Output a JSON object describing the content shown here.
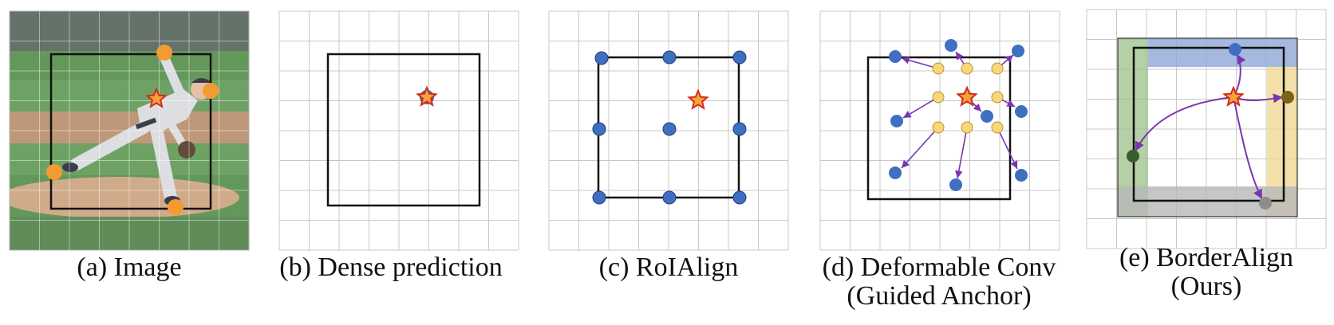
{
  "panels": [
    {
      "id": "a",
      "caption": [
        "(a) Image"
      ]
    },
    {
      "id": "b",
      "caption": [
        "(b) Dense prediction"
      ]
    },
    {
      "id": "c",
      "caption": [
        "(c) RoIAlign"
      ]
    },
    {
      "id": "d",
      "caption": [
        "(d) Deformable Conv",
        "(Guided Anchor)"
      ]
    },
    {
      "id": "e",
      "caption": [
        "(e) BorderAlign",
        "(Ours)"
      ]
    }
  ],
  "colors": {
    "grid": "#c8c8c8",
    "box": "#111111",
    "blue_point": "#3f6fc1",
    "orange_point": "#f39b32",
    "yellow_point": "#f8d77a",
    "star_fill": "#f7a33a",
    "star_stroke": "#d42b1e",
    "arrow": "#7a35b0",
    "top_border": "#8fa8d8",
    "left_border": "#9cbf8a",
    "right_border": "#f0d68c",
    "bottom_border": "#b8b8b8",
    "left_point": "#3b5c2a",
    "right_point": "#7a6218",
    "bottom_point": "#8c8c8c"
  }
}
